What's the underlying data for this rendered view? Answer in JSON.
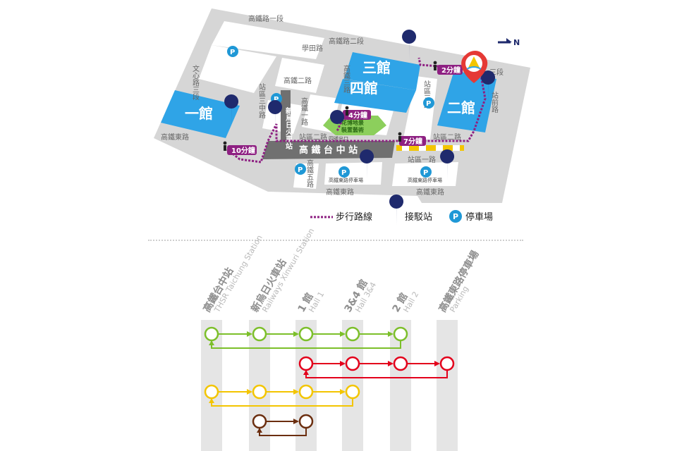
{
  "map": {
    "compass": "N",
    "halls": {
      "hall1": "一館",
      "hall2": "二館",
      "hall3": "三館",
      "hall4": "四館"
    },
    "station": "高 鐵 台 中 站",
    "xinwuri": "新烏日火車站",
    "roads": {
      "top": "高鐵路一段",
      "xuetian": "學田路",
      "top2": "高鐵路二段",
      "right_san": "三段",
      "wenchang_left": "文心路三段",
      "zhongyang": "站區三中路",
      "gaotie2": "高鐵二路",
      "gaotie1": "高鐵一路",
      "zhanqu2_left": "站區二路",
      "zhanqu2_right": "站區二路",
      "zhanqu1": "站區一路",
      "gaotie_east_left": "高鐵東路",
      "gaotie_east_mid": "高鐵東路",
      "gaotie_east_right": "高鐵東路",
      "gaotie_south": "高鐵五路",
      "gaotie3": "高鐵三路",
      "zhanqu3": "站區三路",
      "right_road": "站前路",
      "zhanqu_road": "站區路"
    },
    "garden": [
      "花博地景",
      "裝置藝術"
    ],
    "exit_label": "四號出口",
    "parking_left": "高鐵東路停車場",
    "parking_right": "高鐵東路停車場",
    "walk_times": {
      "w10": "10分鐘",
      "w4": "4分鐘",
      "w7": "7分鐘",
      "w2": "2分鐘"
    },
    "parking_icon": "P"
  },
  "legend": {
    "walk": "步行路線",
    "shuttle": "接駁站",
    "parking": "停車場",
    "parking_icon": "P"
  },
  "stops": [
    {
      "zh": "高鐵台中站",
      "en": "THSR Taichung Station"
    },
    {
      "zh": "新烏日火車站",
      "en": "Railways Xinwuri Station"
    },
    {
      "zh": "1 館",
      "en": "Hall 1"
    },
    {
      "zh": "3&4 館",
      "en": "Hall 3&4"
    },
    {
      "zh": "2 館",
      "en": "Hall 2"
    },
    {
      "zh": "高鐵東路停車場",
      "en": "Parking"
    }
  ],
  "routes": [
    {
      "color": "#7cbf2a",
      "from": 0,
      "to": 4
    },
    {
      "color": "#e3001b",
      "from": 2,
      "to": 5
    },
    {
      "color": "#f3c500",
      "from": 0,
      "to": 3
    },
    {
      "color": "#6b2e0f",
      "from": 1,
      "to": 2
    }
  ],
  "colors": {
    "hall": "#2fa4e7",
    "walk": "#8e2082",
    "shuttle_pin": "#1f2a6d",
    "parking": "#1f98d6",
    "station_band": "#707070",
    "garden": "#8ccf5c",
    "marker": "#e53935"
  }
}
